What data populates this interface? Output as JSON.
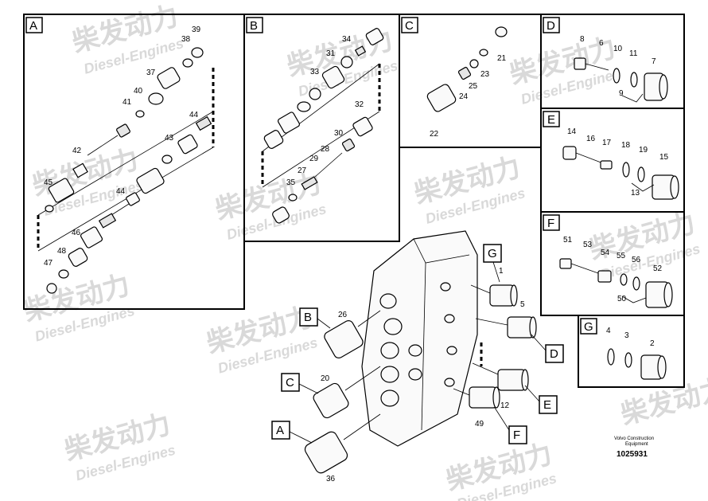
{
  "watermark": {
    "brand_cn": "柴发动力",
    "brand_en": "Diesel-Engines"
  },
  "panels": [
    {
      "letter": "A",
      "parts": [
        "39",
        "38",
        "37",
        "40",
        "41",
        "42",
        "45",
        "43",
        "44",
        "44",
        "46",
        "48",
        "47"
      ]
    },
    {
      "letter": "B",
      "parts": [
        "34",
        "31",
        "33",
        "32",
        "30",
        "28",
        "29",
        "27",
        "35"
      ]
    },
    {
      "letter": "C",
      "parts": [
        "21",
        "23",
        "25",
        "24",
        "22"
      ]
    },
    {
      "letter": "D",
      "parts": [
        "8",
        "6",
        "10",
        "11",
        "7",
        "9"
      ]
    },
    {
      "letter": "E",
      "parts": [
        "14",
        "16",
        "17",
        "18",
        "19",
        "15",
        "13"
      ]
    },
    {
      "letter": "F",
      "parts": [
        "51",
        "53",
        "54",
        "55",
        "56",
        "52",
        "50"
      ]
    },
    {
      "letter": "G",
      "parts": [
        "4",
        "3",
        "2"
      ]
    }
  ],
  "main_callouts": {
    "letters": [
      "G",
      "B",
      "C",
      "A",
      "D",
      "E",
      "F"
    ],
    "numbers": [
      "1",
      "5",
      "26",
      "20",
      "36",
      "12",
      "49"
    ]
  },
  "footer": {
    "company_line1": "Volvo Construction",
    "company_line2": "Equipment",
    "drawing_id": "1025931"
  }
}
